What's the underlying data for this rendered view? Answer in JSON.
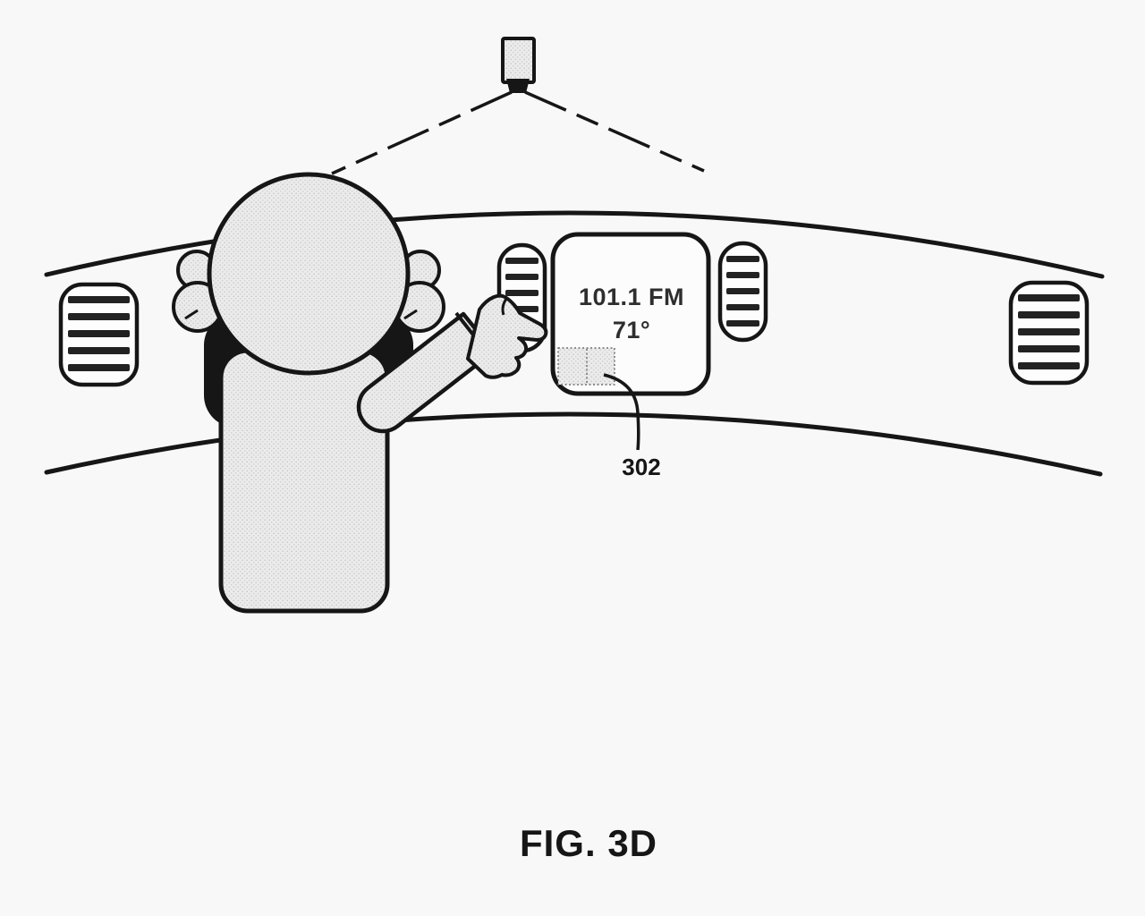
{
  "figure": {
    "caption": "FIG. 3D",
    "screen": {
      "line1": "101.1 FM",
      "line2": "71°"
    },
    "reference_label": "302",
    "colors": {
      "background": "#f8f8f8",
      "ink": "#161616",
      "stipple_fill": "#ebebeb",
      "screen_fill": "#fcfcfc"
    }
  }
}
